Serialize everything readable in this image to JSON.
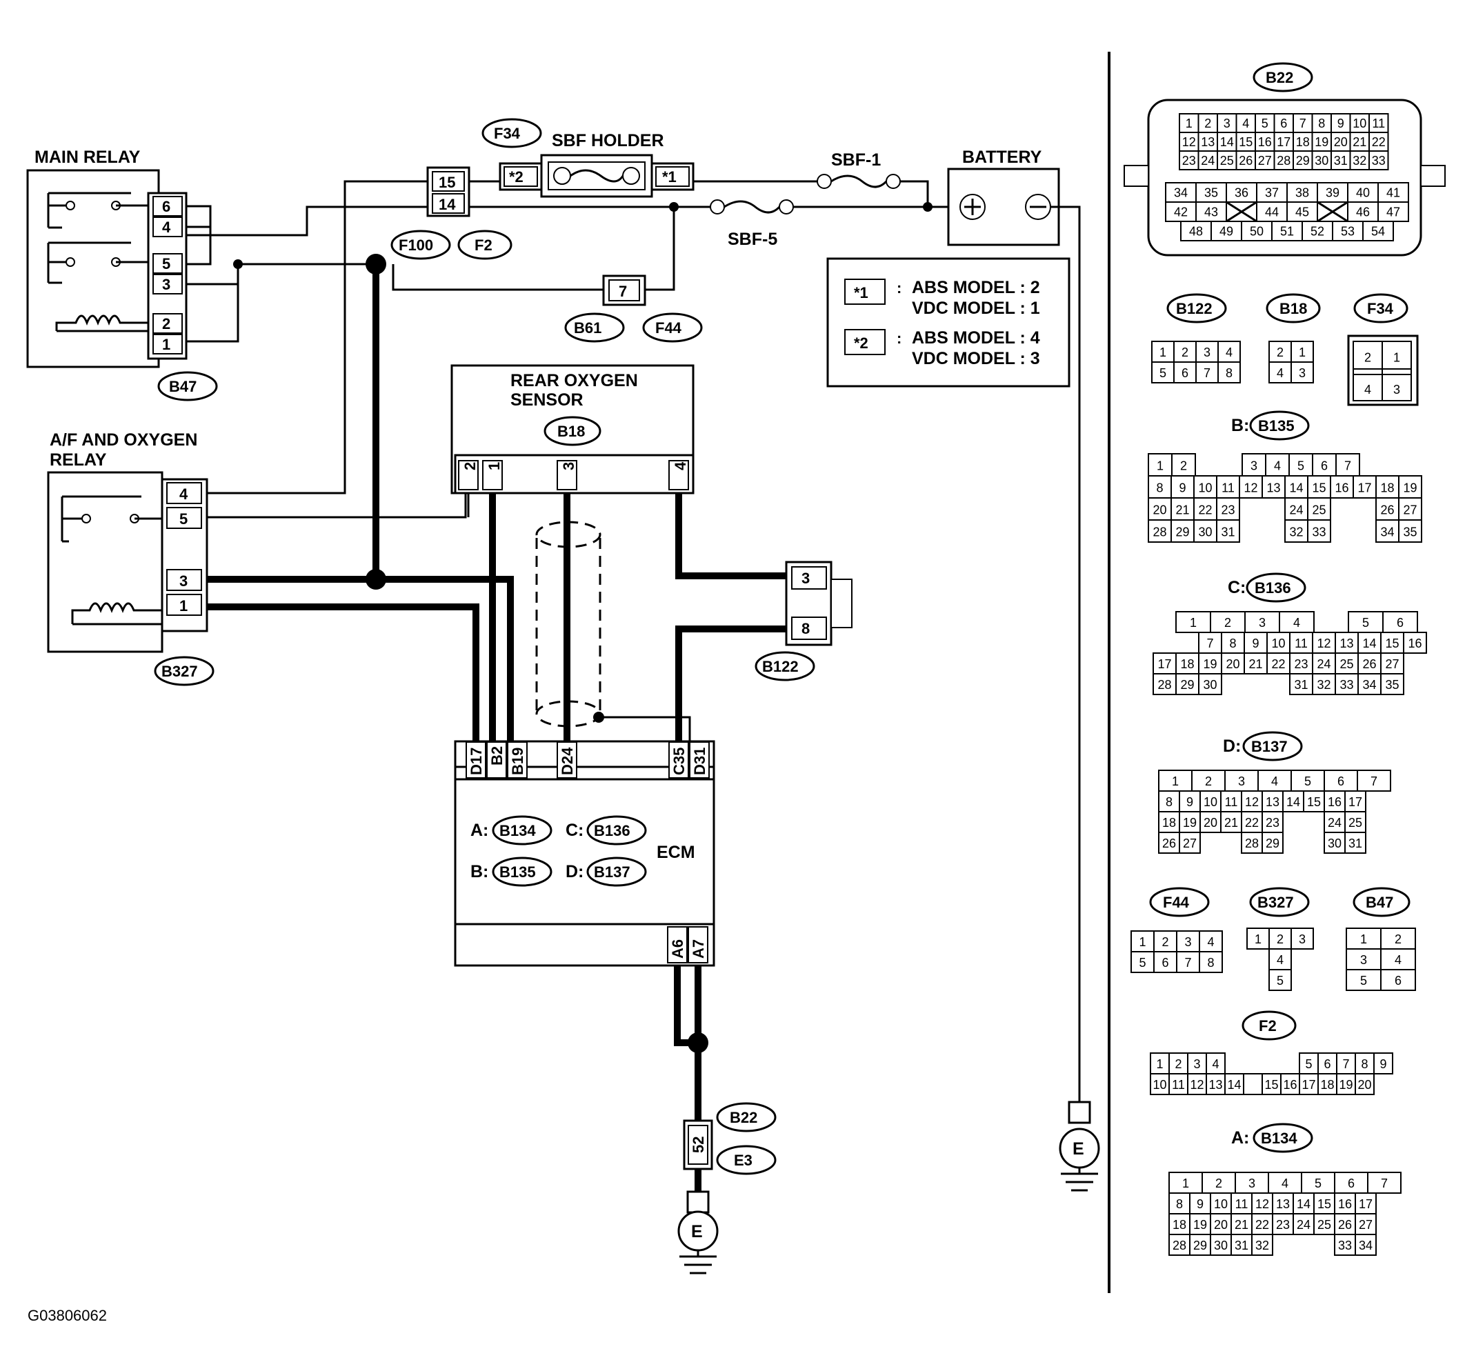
{
  "components": {
    "main_relay": "MAIN RELAY",
    "af_relay_1": "A/F AND OXYGEN",
    "af_relay_2": "RELAY",
    "rear_o2_1": "REAR OXYGEN",
    "rear_o2_2": "SENSOR",
    "sbf_holder": "SBF HOLDER",
    "sbf1": "SBF-1",
    "sbf5": "SBF-5",
    "battery": "BATTERY",
    "ecm": "ECM",
    "ground": "E"
  },
  "connectors": {
    "b47": "B47",
    "b327": "B327",
    "b18": "B18",
    "b122": "B122",
    "f34": "F34",
    "f100": "F100",
    "f2": "F2",
    "b61": "B61",
    "f44": "F44",
    "b22": "B22",
    "e3": "E3",
    "b134": "B134",
    "b135": "B135",
    "b136": "B136",
    "b137": "B137"
  },
  "ecm_labels": {
    "a": "A:",
    "b": "B:",
    "c": "C:",
    "d": "D:",
    "pins_top": [
      "D17",
      "B2",
      "B19",
      "D24",
      "C35",
      "D31"
    ],
    "pins_bottom": [
      "A6",
      "A7"
    ]
  },
  "pins": {
    "b47": [
      "6",
      "4",
      "5",
      "3",
      "2",
      "1"
    ],
    "b327": [
      "4",
      "5",
      "3",
      "1"
    ],
    "b18": [
      "2",
      "1",
      "3",
      "4"
    ],
    "b122": [
      "3",
      "8"
    ],
    "f2": [
      "15",
      "14"
    ],
    "f44": "7",
    "star1": "*1",
    "star2": "*2",
    "b22": "52"
  },
  "legend": {
    "star1": "*1",
    "star2": "*2",
    "colon": ":",
    "abs1": "ABS MODEL : 2",
    "vdc1": "VDC MODEL : 1",
    "abs2": "ABS MODEL : 4",
    "vdc2": "VDC MODEL : 3"
  },
  "views": {
    "b22": "B22",
    "b122": "B122",
    "b18": "B18",
    "f34": "F34",
    "b135_prefix": "B:",
    "b135": "B135",
    "b136_prefix": "C:",
    "b136": "B136",
    "b137_prefix": "D:",
    "b137": "B137",
    "f44": "F44",
    "b327": "B327",
    "b47": "B47",
    "f2": "F2",
    "b134_prefix": "A:",
    "b134": "B134"
  },
  "figure_id": "G03806062"
}
